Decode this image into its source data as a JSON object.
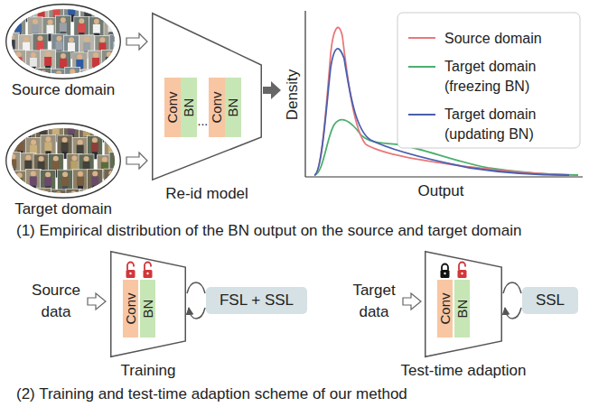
{
  "diagram": {
    "nodes": [
      {
        "text": [
          "Source domain"
        ]
      },
      {
        "text": [
          "Target domain"
        ]
      },
      {
        "text": [
          "Re-id model"
        ]
      },
      {
        "text": [
          "Conv"
        ],
        "in": 2
      },
      {
        "text": [
          "BN"
        ],
        "in": 2
      },
      {
        "text": [
          "Conv"
        ],
        "in": 2
      },
      {
        "text": [
          "BN"
        ],
        "in": 2
      },
      {
        "text": [
          "Training"
        ]
      },
      {
        "text": [
          "Conv"
        ],
        "in": 7
      },
      {
        "text": [
          "BN"
        ],
        "in": 7
      },
      {
        "text": [
          "FSL + SSL"
        ]
      },
      {
        "text": [
          "Test-time adaption"
        ]
      },
      {
        "text": [
          "Conv"
        ],
        "in": 11
      },
      {
        "text": [
          "BN"
        ],
        "in": 11
      },
      {
        "text": [
          "SSL"
        ]
      }
    ],
    "edges": [
      {
        "from": 0,
        "to": 2,
        "arrow": "to"
      },
      {
        "from": 1,
        "to": 2,
        "arrow": "to"
      },
      {
        "from": 10,
        "to": 7,
        "arrow": "to"
      },
      {
        "from": 14,
        "to": 11,
        "arrow": "to"
      }
    ],
    "labels": [
      "...",
      "Density",
      "Output",
      "(1) Empirical distribution of the BN output on the source and target domain",
      "Source data",
      "Target data",
      "(2) Training and test-time adaption scheme of our method"
    ],
    "legend": [
      {
        "text": "Source domain"
      },
      {
        "text": "Target domain (freezing BN)"
      },
      {
        "text": "Target domain (updating BN)"
      }
    ]
  }
}
